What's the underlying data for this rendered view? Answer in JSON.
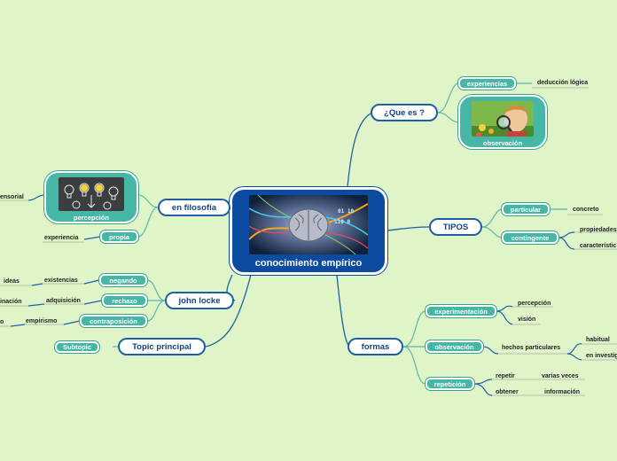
{
  "central": {
    "title": "conocimiento empírico"
  },
  "que_es": {
    "label": "¿Que es ?",
    "experiencias": "experiencias",
    "deduccion": "deducción lógica",
    "observacion": "observación"
  },
  "tipos": {
    "label": "TIPOS",
    "particular": "particular",
    "concreto": "concreto",
    "contingente": "contingente",
    "propiedades": "propiedades",
    "caracteristicas": "característic"
  },
  "formas": {
    "label": "formas",
    "experimentacion": "experimentación",
    "percepcion": "percepción",
    "vision": "visión",
    "observacion": "observación",
    "hechos": "hechos particulares",
    "habitual": "habitual",
    "investig": "en investig",
    "repeticion": "repetición",
    "repetir": "repetir",
    "varias": "varias veces",
    "obtener": "obtener",
    "informacion": "información"
  },
  "filosofia": {
    "label": "en filosofía",
    "percepcion": "percepción",
    "sensorial": "ensorial",
    "propia": "propia",
    "experiencia": "experiencia"
  },
  "locke": {
    "label": "john locke",
    "negando": "negando",
    "existencias": "existencias",
    "ideas": "ideas",
    "rechazo": "rechazo",
    "adquisicion": "adquisición",
    "inacion": "inación",
    "contraposicion": "contraposición",
    "empirismo": "empirismo",
    "o": "o"
  },
  "topic": {
    "label": "Topic principal",
    "subtopic": "Subtopic"
  },
  "colors": {
    "background": "#dff5c8",
    "link": "#1f5fa5",
    "pill": "#46b7a4",
    "central": "#0b4ba0"
  }
}
